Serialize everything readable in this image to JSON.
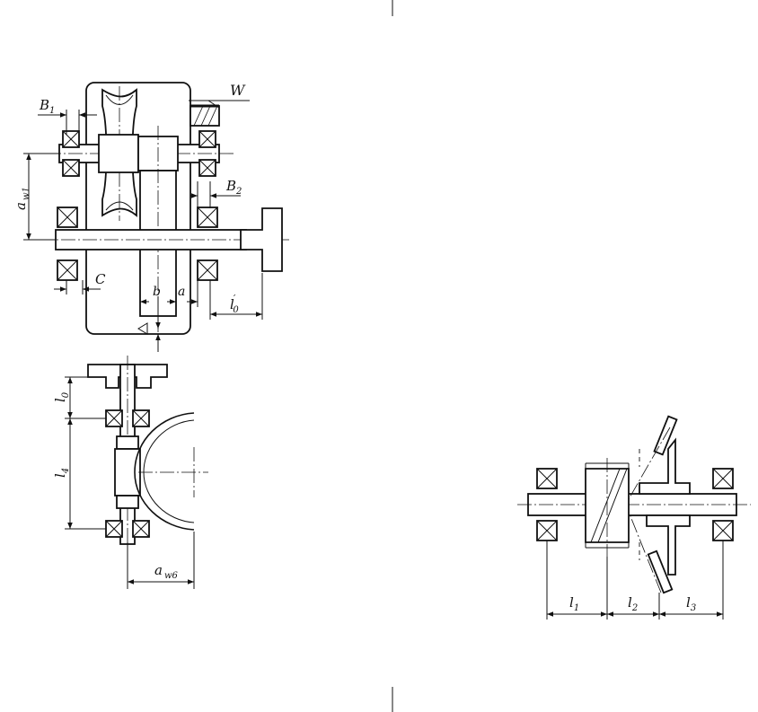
{
  "labels": {
    "B1": "B",
    "B1_sub": "1",
    "W": "W",
    "aw1": "a",
    "aw1_sub": "w1",
    "B2": "B",
    "B2_sub": "2",
    "C": "C",
    "b": "b",
    "a": "a",
    "l0p": "l",
    "l0p_sub": "0",
    "l0": "l",
    "l0_sub": "0",
    "l4": "l",
    "l4_sub": "4",
    "aw6": "a",
    "aw6_sub": "w6",
    "l1": "l",
    "l1_sub": "1",
    "l2": "l",
    "l2_sub": "2",
    "l3": "l",
    "l3_sub": "3"
  }
}
